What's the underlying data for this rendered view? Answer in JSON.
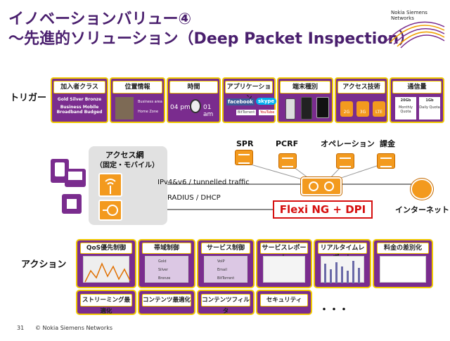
{
  "title": {
    "line1": "イノベーションバリュー④",
    "line2": "～先進的ソリューション（Deep Packet Inspection）"
  },
  "logo": {
    "line1": "Nokia Siemens",
    "line2": "Networks"
  },
  "trigger_label": "トリガー",
  "triggers": [
    {
      "head": "加入者クラス",
      "l1": "Gold Silver Bronze",
      "l2": "Business Mobile",
      "l3": "Broadband Budged"
    },
    {
      "head": "位置情報",
      "l1": "Business area",
      "l2": "Home Zone"
    },
    {
      "head": "時間",
      "l1": "04 pm",
      "l2": "01 am"
    },
    {
      "head": "アプリケーション",
      "l1": "facebook",
      "l2": "skype",
      "l3": "BitTorrent",
      "l4": "YouTube"
    },
    {
      "head": "端末種別"
    },
    {
      "head": "アクセス技術",
      "l1": "2G",
      "l2": "3G",
      "l3": "LTE"
    },
    {
      "head": "通信量",
      "l1": "20Gb",
      "l2": "Monthly Quota",
      "l3": "1Gb",
      "l4": "Daily Quota"
    }
  ],
  "network": {
    "access_title": "アクセス網",
    "access_sub": "（固定・モバイル）",
    "spr": "SPR",
    "pcrf": "PCRF",
    "operation": "オペレーション",
    "billing": "課金",
    "traffic1": "IPv4&v6 / tunnelled traffic",
    "traffic2": "RADIUS / DHCP",
    "flexi": "Flexi NG + DPI",
    "internet": "インターネット"
  },
  "action_label": "アクション",
  "actions": [
    {
      "head": "QoS優先制御"
    },
    {
      "head": "帯域制御",
      "l1": "Gold",
      "l2": "Silver",
      "l3": "Bronze"
    },
    {
      "head": "サービス制御",
      "l1": "VoIP",
      "l2": "Email",
      "l3": "BitTorrent"
    },
    {
      "head": "サービスレポート"
    },
    {
      "head": "リアルタイムレポート"
    },
    {
      "head": "料金の差別化"
    }
  ],
  "actions2": [
    {
      "head": "ストリーミング最適化"
    },
    {
      "head": "コンテンツ最適化"
    },
    {
      "head": "コンテンツフィルタ"
    },
    {
      "head": "セキュリティ"
    }
  ],
  "ellipsis": "・・・",
  "footer": {
    "page": "31",
    "copyright": "© Nokia Siemens Networks"
  }
}
